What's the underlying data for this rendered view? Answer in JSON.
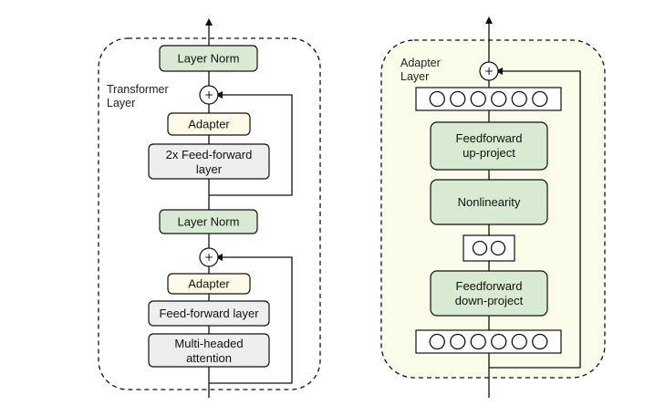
{
  "colors": {
    "norm_fill": "#d9ead3",
    "adapter_fill": "#fffbe6",
    "ff_fill": "#eeeeee",
    "right_bg": "#fbfbe9",
    "stroke": "#111111"
  },
  "transformer": {
    "label_line1": "Transformer",
    "label_line2": "Layer",
    "top_norm": "Layer Norm",
    "top_adapter": "Adapter",
    "ff2x_line1": "2x Feed-forward",
    "ff2x_line2": "layer",
    "mid_norm": "Layer Norm",
    "bottom_adapter": "Adapter",
    "ff": "Feed-forward layer",
    "mha_line1": "Multi-headed",
    "mha_line2": "attention",
    "plus": "+"
  },
  "adapter": {
    "label_line1": "Adapter",
    "label_line2": "Layer",
    "up_line1": "Feedforward",
    "up_line2": "up-project",
    "nonlin": "Nonlinearity",
    "down_line1": "Feedforward",
    "down_line2": "down-project",
    "plus": "+",
    "top_units": 6,
    "mid_units": 2,
    "bottom_units": 6
  }
}
